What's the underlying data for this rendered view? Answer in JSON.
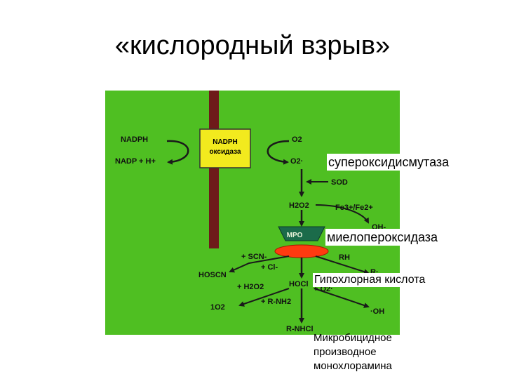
{
  "title": "«кислородный взрыв»",
  "colors": {
    "panel": "#4fbf22",
    "membrane": "#6e1a1a",
    "enzyme_box": "#f2ea1e",
    "mpo": "#1b6b4a",
    "heme": "#ff3a10"
  },
  "diagram": {
    "nadph_box": {
      "line1": "NADPH",
      "line2": "оксидаза"
    },
    "labels": {
      "nadph": "NADPH",
      "nadp": "NADP + H+",
      "o2": "O2",
      "o2_radical": "O2·",
      "sod": "SOD",
      "h2o2": "H2O2",
      "fe": "Fe3+/Fe2+",
      "oh_minus": "OH-",
      "mpo": "MPO",
      "scn": "+ SCN-",
      "rh": "RH",
      "cl": "+ Cl-",
      "hoscn": "HOSCN",
      "r_radical": "R·",
      "h2o2_plus": "+ H2O2",
      "hocl": "HOCl",
      "o2_plus": "+ O2·",
      "singlet_o2": "1O2",
      "r_nh2": "+ R-NH2",
      "oh_radical": "·OH",
      "r_nhcl": "R-NHCl"
    }
  },
  "overlay_labels": {
    "sod": "супероксидисмутаза",
    "mpo": "миелопероксидаза",
    "hocl": "Гипохлорная кислота",
    "bottom": [
      "Микробицидное",
      "производное",
      "монохлорамина"
    ]
  }
}
